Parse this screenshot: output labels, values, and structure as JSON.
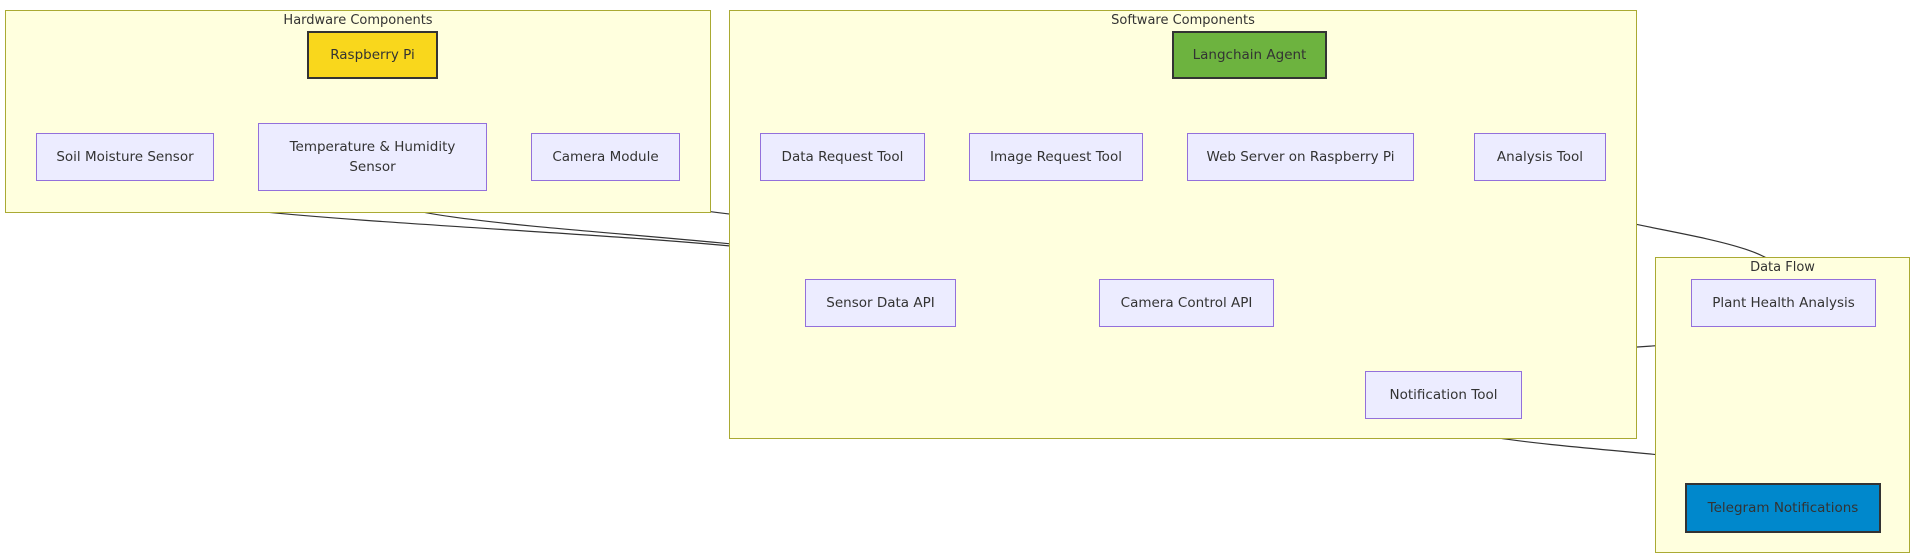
{
  "colors": {
    "cluster_fill": "#ffffde",
    "cluster_border": "#aaaa33",
    "node_fill": "#ececff",
    "node_border": "#9370db",
    "edge": "#333333",
    "raspberry_pi": "#f9d71c",
    "langchain_agent": "#6db33f",
    "telegram": "#0088cc"
  },
  "clusters": {
    "hardware": "Hardware Components",
    "software": "Software Components",
    "dataflow": "Data Flow"
  },
  "nodes": {
    "raspberry_pi": "Raspberry Pi",
    "soil_sensor": "Soil Moisture Sensor",
    "temp_sensor": "Temperature & Humidity Sensor",
    "camera_module": "Camera Module",
    "langchain_agent": "Langchain Agent",
    "data_request_tool": "Data Request Tool",
    "image_request_tool": "Image Request Tool",
    "web_server": "Web Server on Raspberry Pi",
    "analysis_tool": "Analysis Tool",
    "sensor_api": "Sensor Data API",
    "camera_api": "Camera Control API",
    "notification_tool": "Notification Tool",
    "plant_analysis": "Plant Health Analysis",
    "telegram": "Telegram Notifications"
  },
  "edges": [
    [
      "raspberry_pi",
      "soil_sensor"
    ],
    [
      "raspberry_pi",
      "temp_sensor"
    ],
    [
      "raspberry_pi",
      "camera_module"
    ],
    [
      "langchain_agent",
      "data_request_tool"
    ],
    [
      "langchain_agent",
      "image_request_tool"
    ],
    [
      "langchain_agent",
      "notification_tool"
    ],
    [
      "langchain_agent",
      "analysis_tool"
    ],
    [
      "soil_sensor",
      "sensor_api"
    ],
    [
      "temp_sensor",
      "sensor_api"
    ],
    [
      "camera_module",
      "camera_api"
    ],
    [
      "data_request_tool",
      "sensor_api"
    ],
    [
      "web_server",
      "sensor_api"
    ],
    [
      "image_request_tool",
      "camera_api"
    ],
    [
      "web_server",
      "camera_api"
    ],
    [
      "analysis_tool",
      "plant_analysis"
    ],
    [
      "plant_analysis",
      "notification_tool"
    ],
    [
      "notification_tool",
      "telegram"
    ]
  ]
}
